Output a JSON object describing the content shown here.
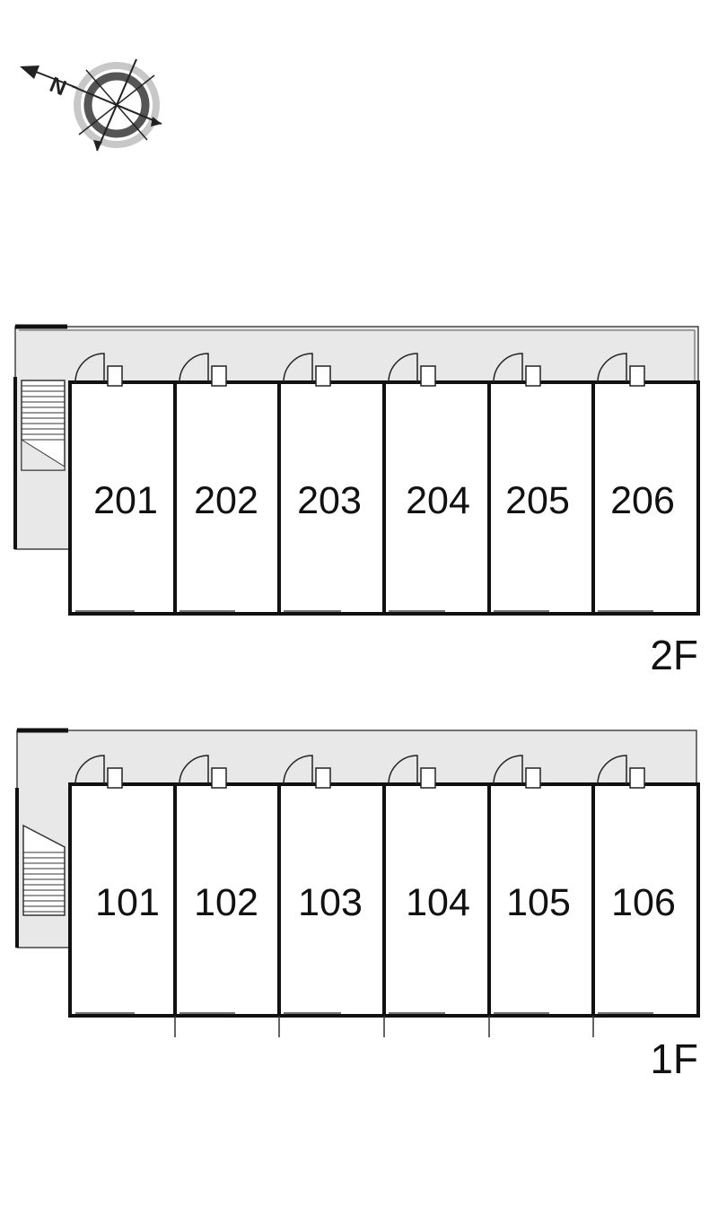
{
  "compass": {
    "north_label": "N",
    "icon": "compass-icon"
  },
  "floors": [
    {
      "floor": "2F",
      "units": [
        "201",
        "202",
        "203",
        "204",
        "205",
        "206"
      ]
    },
    {
      "floor": "1F",
      "units": [
        "101",
        "102",
        "103",
        "104",
        "105",
        "106"
      ]
    }
  ],
  "colors": {
    "corridor": "#e8e8e8",
    "wall": "#111111",
    "background": "#ffffff"
  }
}
